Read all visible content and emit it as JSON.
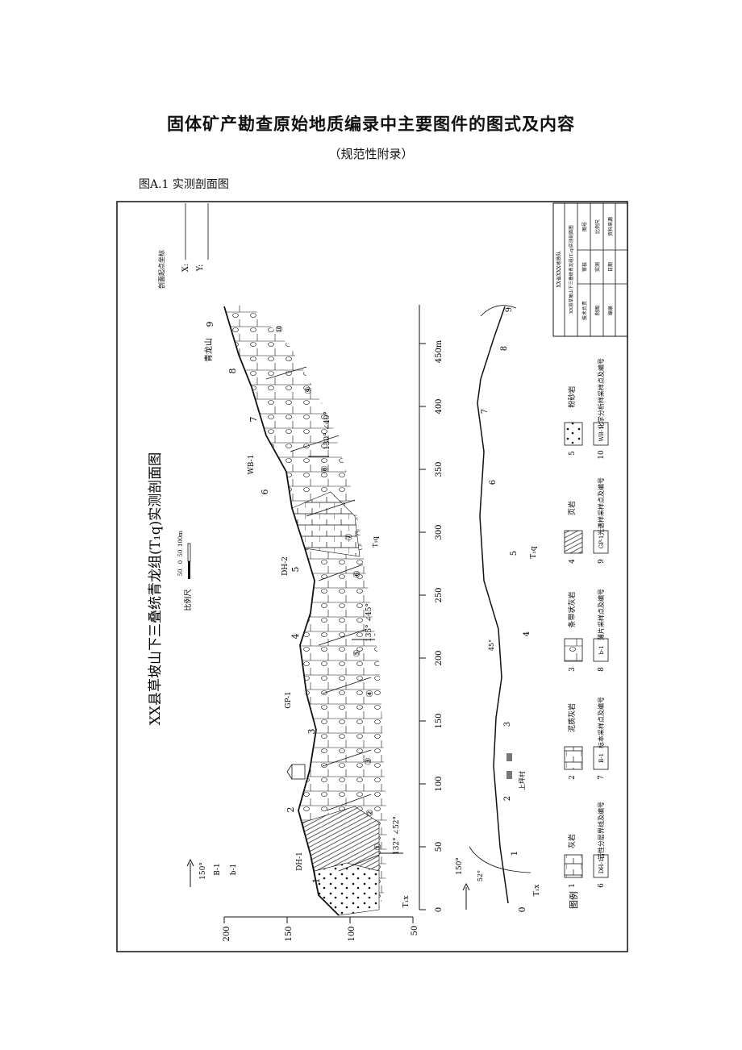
{
  "document": {
    "title": "固体矿产勘查原始地质编录中主要图件的图式及内容",
    "subtitle": "（规范性附录）",
    "caption": "图A.1  实测剖面图"
  },
  "figure": {
    "main_title": "XX县草坡山下三叠统青龙组(T₁q)实测剖面图",
    "scale_label": "比例尺",
    "scale_ticks": [
      "50",
      "0",
      "50",
      "100m"
    ],
    "origin_label": "剖面起点坐标",
    "origin_x": "X:",
    "origin_y": "Y:",
    "elevation_ticks": [
      "200",
      "150",
      "100",
      "50"
    ],
    "distance_ticks": [
      "0",
      "50",
      "100",
      "150",
      "200",
      "250",
      "300",
      "350",
      "400",
      "450m"
    ],
    "section_point_labels": [
      "1",
      "2",
      "3",
      "4",
      "5",
      "6",
      "7",
      "8",
      "9"
    ],
    "layer_numbers": [
      "①",
      "②",
      "③",
      "④",
      "⑤",
      "⑥",
      "⑦",
      "⑧",
      "⑨",
      "⑩"
    ],
    "sample_labels": [
      "DH-1",
      "GP-1",
      "DH-2",
      "WB-1"
    ],
    "attitudes": [
      "132° ∠52°",
      "135° ∠45°",
      "130° ∠40°"
    ],
    "azimuth": "150°",
    "legend_marks": [
      "B-1",
      "b-1"
    ],
    "mountain_label": "青龙山",
    "formation_top": "T₁q",
    "formation_bottom": "T₁x",
    "village_label": "上坪村",
    "plan_attitudes": [
      "52°",
      "45°"
    ],
    "plan_azimuth": "150°",
    "legend_title": "图例",
    "legend_items": [
      {
        "num": "1",
        "label": "灰岩"
      },
      {
        "num": "2",
        "label": "泥质灰岩"
      },
      {
        "num": "3",
        "label": "条带状灰岩"
      },
      {
        "num": "4",
        "label": "页岩"
      },
      {
        "num": "5",
        "label": "粉砂岩"
      },
      {
        "num": "6",
        "label": "岩性分层界线及编号"
      },
      {
        "num": "7",
        "label": "标本采样点及编号"
      },
      {
        "num": "8",
        "label": "薄片采样点及编号"
      },
      {
        "num": "9",
        "label": "光谱样采样点及编号"
      },
      {
        "num": "10",
        "label": "化学分析样采样点及编号"
      }
    ],
    "legend_codes": [
      "DH-1",
      "B-1",
      "b-1",
      "GP-1",
      "WB-1"
    ],
    "title_block": {
      "org": "XX省XXX地质队",
      "name": "XX县草坡山下三叠统青龙组(T₁q)实测剖面图",
      "rows": [
        [
          "技术负责",
          "审核",
          "图号"
        ],
        [
          "制图",
          "实测",
          "比例尺"
        ],
        [
          "编录",
          "日期",
          "资料来源"
        ]
      ]
    }
  },
  "colors": {
    "line": "#111111",
    "paper": "#ffffff"
  }
}
